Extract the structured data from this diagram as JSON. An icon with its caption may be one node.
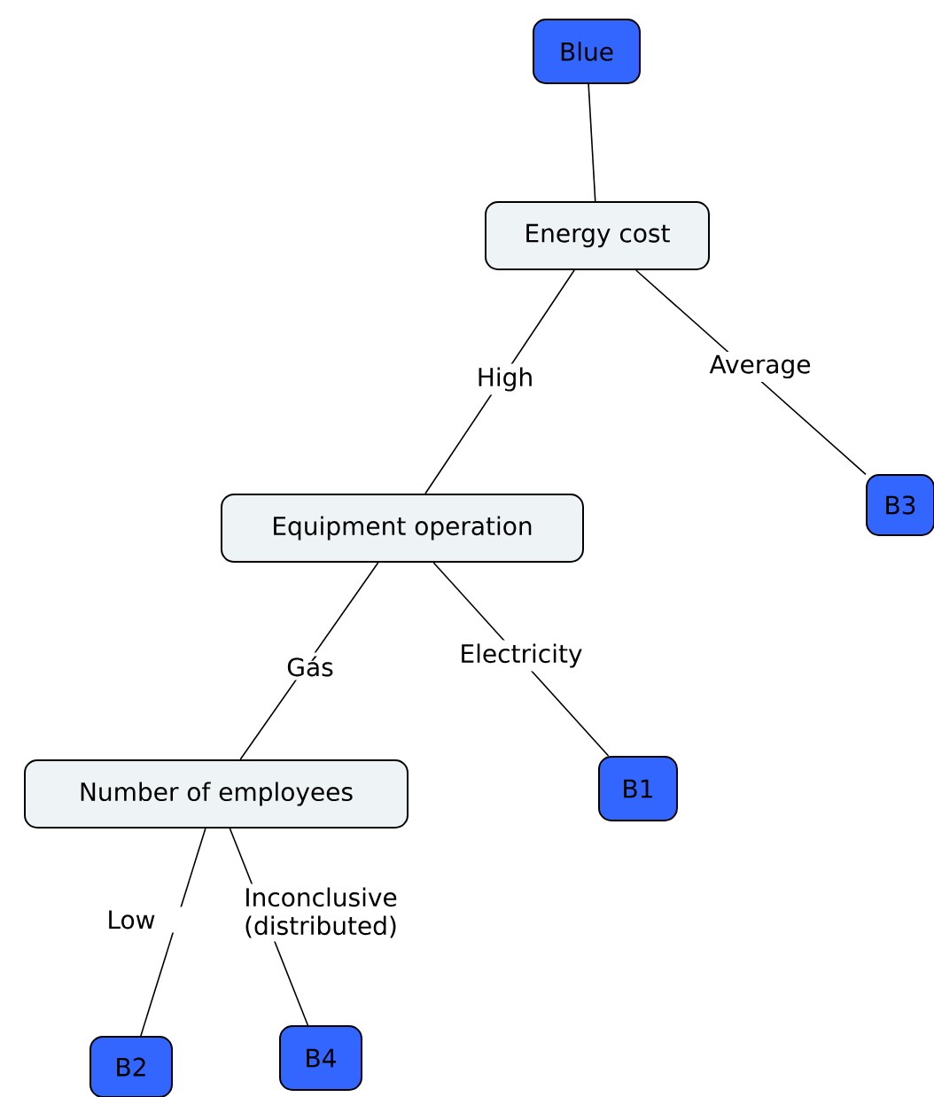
{
  "diagram": {
    "nodes": [
      {
        "text": [
          "Blue"
        ]
      },
      {
        "text": [
          "Energy cost"
        ]
      },
      {
        "text": [
          "Equipment operation"
        ]
      },
      {
        "text": [
          "B3"
        ]
      },
      {
        "text": [
          "Number of employees"
        ]
      },
      {
        "text": [
          "B1"
        ]
      },
      {
        "text": [
          "B2"
        ]
      },
      {
        "text": [
          "B4"
        ]
      }
    ],
    "edges": [
      {
        "from": 0,
        "to": 1,
        "arrow": "none"
      },
      {
        "from": 1,
        "to": 2,
        "arrow": "none",
        "label": "High"
      },
      {
        "from": 1,
        "to": 3,
        "arrow": "none",
        "label": "Average"
      },
      {
        "from": 2,
        "to": 4,
        "arrow": "none",
        "label": "Gás"
      },
      {
        "from": 2,
        "to": 5,
        "arrow": "none",
        "label": "Electricity"
      },
      {
        "from": 4,
        "to": 6,
        "arrow": "none",
        "label": "Low"
      },
      {
        "from": 4,
        "to": 7,
        "arrow": "none",
        "label": "Inconclusive (distributed)"
      }
    ]
  }
}
